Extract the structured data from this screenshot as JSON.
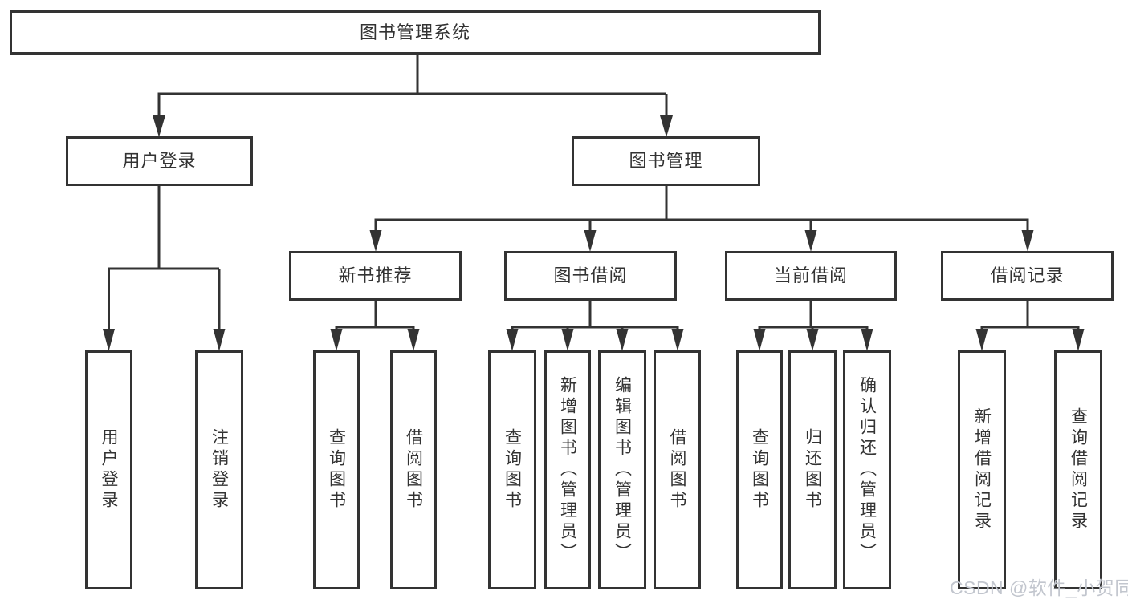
{
  "diagram_title": "图书管理系统",
  "tree": {
    "label": "图书管理系统",
    "children": [
      {
        "label": "用户登录",
        "children": [
          {
            "label": "用户登录"
          },
          {
            "label": "注销登录"
          }
        ]
      },
      {
        "label": "图书管理",
        "children": [
          {
            "label": "新书推荐",
            "children": [
              {
                "label": "查询图书"
              },
              {
                "label": "借阅图书"
              }
            ]
          },
          {
            "label": "图书借阅",
            "children": [
              {
                "label": "查询图书"
              },
              {
                "label": "新增图书（管理员）"
              },
              {
                "label": "编辑图书（管理员）"
              },
              {
                "label": "借阅图书"
              }
            ]
          },
          {
            "label": "当前借阅",
            "children": [
              {
                "label": "查询图书"
              },
              {
                "label": "归还图书"
              },
              {
                "label": "确认归还（管理员）"
              }
            ]
          },
          {
            "label": "借阅记录",
            "children": [
              {
                "label": "新增借阅记录"
              },
              {
                "label": "查询借阅记录"
              }
            ]
          }
        ]
      }
    ]
  },
  "colors": {
    "line": "#333333",
    "box_border": "#333333",
    "text": "#333333",
    "watermark": "#c2c6ce",
    "background": "#ffffff"
  },
  "watermark": {
    "text": "CSDN @软件_小贺同学"
  }
}
